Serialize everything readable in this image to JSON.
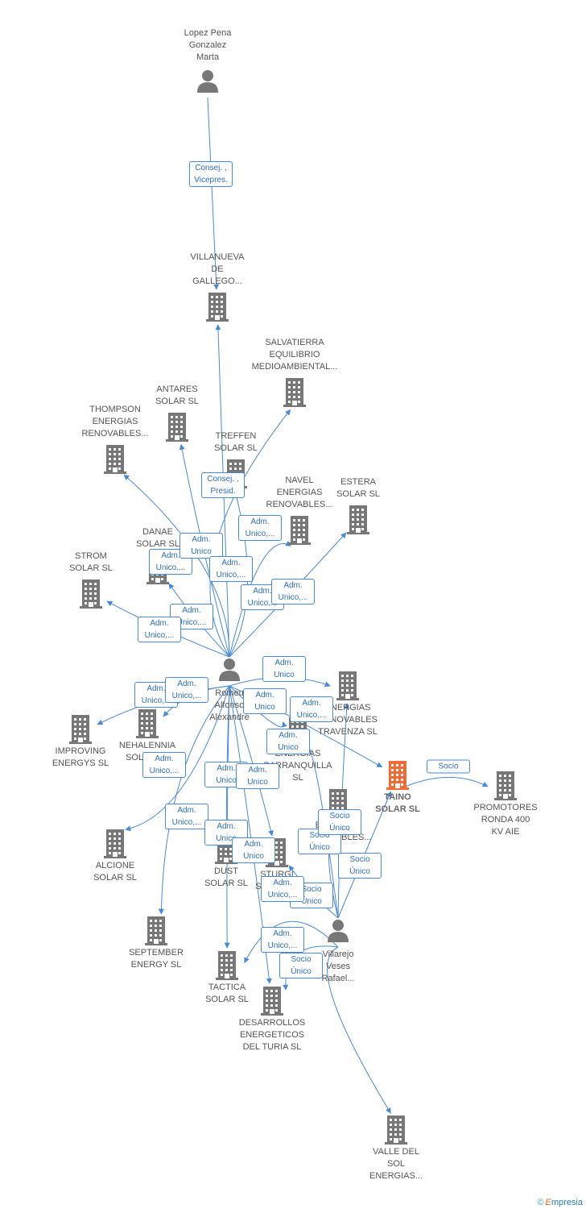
{
  "colors": {
    "edge": "#4a8ad4",
    "node": "#777777",
    "highlight": "#f26a35"
  },
  "people": [
    {
      "id": "lopez",
      "name": "Lopez Pena\nGonzalez\nMarta"
    },
    {
      "id": "romeu",
      "name": "Romeu\nAlfonso\nAlexandre"
    },
    {
      "id": "villarejo",
      "name": "Villarejo\nVeses\nRafael..."
    }
  ],
  "companies": [
    {
      "id": "villanueva",
      "name": "VILLANUEVA\nDE\nGALLEGO..."
    },
    {
      "id": "salvatierra",
      "name": "SALVATIERRA\nEQUILIBRIO\nMEDIOAMBIENTAL..."
    },
    {
      "id": "antares",
      "name": "ANTARES\nSOLAR SL"
    },
    {
      "id": "thompson",
      "name": "THOMPSON\nENERGIAS\nRENOVABLES..."
    },
    {
      "id": "treffen",
      "name": "TREFFEN\nSOLAR SL"
    },
    {
      "id": "navel",
      "name": "NAVEL\nENERGIAS\nRENOVABLES..."
    },
    {
      "id": "estera",
      "name": "ESTERA\nSOLAR SL"
    },
    {
      "id": "danae",
      "name": "DANAE\nSOLAR SL"
    },
    {
      "id": "strom",
      "name": "STROM\nSOLAR SL"
    },
    {
      "id": "travenza",
      "name": "ENERGIAS\nRENOVABLES\nTRAVENZA SL"
    },
    {
      "id": "taino",
      "name": "TAINO\nSOLAR SL",
      "highlight": true
    },
    {
      "id": "promotores",
      "name": "PROMOTORES\nRONDA 400\nKV AIE"
    },
    {
      "id": "improving",
      "name": "IMPROVING\nENERGYS SL"
    },
    {
      "id": "nehalennia",
      "name": "NEHALENNIA\nSOLAR SL"
    },
    {
      "id": "barranquilla",
      "name": "ENERGIAS\nBARRANQUILLA\nSL"
    },
    {
      "id": "energiasrenov",
      "name": "ENERGIAS\nRENOVABLES..."
    },
    {
      "id": "alcione",
      "name": "ALCIONE\nSOLAR SL"
    },
    {
      "id": "dust",
      "name": "DUST\nSOLAR SL"
    },
    {
      "id": "sturgi",
      "name": "STURGI\nSOLAR SL"
    },
    {
      "id": "september",
      "name": "SEPTEMBER\nENERGY SL"
    },
    {
      "id": "tactica",
      "name": "TACTICA\nSOLAR SL"
    },
    {
      "id": "desarrollos",
      "name": "DESARROLLOS\nENERGETICOS\nDEL TURIA SL"
    },
    {
      "id": "valle",
      "name": "VALLE DEL\nSOL\nENERGIAS..."
    }
  ],
  "relations": [
    {
      "from": "lopez",
      "to": "villanueva",
      "label": "Consej. ,\nVicepres."
    },
    {
      "from": "romeu",
      "to": "villanueva",
      "label": "Consej. ,\nPresid."
    },
    {
      "from": "romeu",
      "to": "salvatierra",
      "label": "Adm.\nUnico,..."
    },
    {
      "from": "romeu",
      "to": "antares",
      "label": "Adm.\nUnico"
    },
    {
      "from": "romeu",
      "to": "thompson",
      "label": "Adm.\nUnico,..."
    },
    {
      "from": "romeu",
      "to": "treffen",
      "label": "Adm.\nUnico,..."
    },
    {
      "from": "romeu",
      "to": "navel",
      "label": "Adm.\nUnico,..."
    },
    {
      "from": "romeu",
      "to": "estera",
      "label": "Adm.\nUnico,..."
    },
    {
      "from": "romeu",
      "to": "danae",
      "label": "Adm.\nUnico,..."
    },
    {
      "from": "romeu",
      "to": "strom",
      "label": "Adm.\nUnico,..."
    },
    {
      "from": "romeu",
      "to": "travenza",
      "label": "Adm.\nUnico"
    },
    {
      "from": "romeu",
      "to": "taino",
      "label": "Adm.\nUnico"
    },
    {
      "from": "taino",
      "to": "promotores",
      "label": "Socio"
    },
    {
      "from": "romeu",
      "to": "improving",
      "label": "Adm.\nUnico,..."
    },
    {
      "from": "romeu",
      "to": "nehalennia",
      "label": "Adm.\nUnico,..."
    },
    {
      "from": "romeu",
      "to": "barranquilla",
      "label": "Adm.\nUnico"
    },
    {
      "from": "romeu",
      "to": "alcione",
      "label": "Adm.\nUnico,..."
    },
    {
      "from": "romeu",
      "to": "september",
      "label": "Adm.\nUnico,..."
    },
    {
      "from": "romeu",
      "to": "dust",
      "label": "Adm.\nUnico"
    },
    {
      "from": "romeu",
      "to": "sturgi",
      "label": "Adm.\nUnico"
    },
    {
      "from": "romeu",
      "to": "tactica",
      "label": "Adm.\nUnico"
    },
    {
      "from": "romeu",
      "to": "desarrollos",
      "label": "Adm.\nUnico"
    },
    {
      "from": "villarejo",
      "to": "energiasrenov",
      "label": "Socio\nÚnico"
    },
    {
      "from": "villarejo",
      "to": "travenza",
      "label": "Socio\nÚnico"
    },
    {
      "from": "villarejo",
      "to": "taino",
      "label": "Socio\nÚnico"
    },
    {
      "from": "villarejo",
      "to": "barranquilla",
      "label": "Adm.\nUnico,..."
    },
    {
      "from": "villarejo",
      "to": "sturgi",
      "label": "Socio\nÚnico"
    },
    {
      "from": "villarejo",
      "to": "tactica",
      "label": "Adm.\nUnico,..."
    },
    {
      "from": "villarejo",
      "to": "desarrollos",
      "label": "Adm.\nUnico,..."
    },
    {
      "from": "villarejo",
      "to": "valle",
      "label": "Socio\nÚnico"
    }
  ],
  "footer": {
    "copyright": "©",
    "brand_initial": "E",
    "brand_rest": "mpresia"
  }
}
